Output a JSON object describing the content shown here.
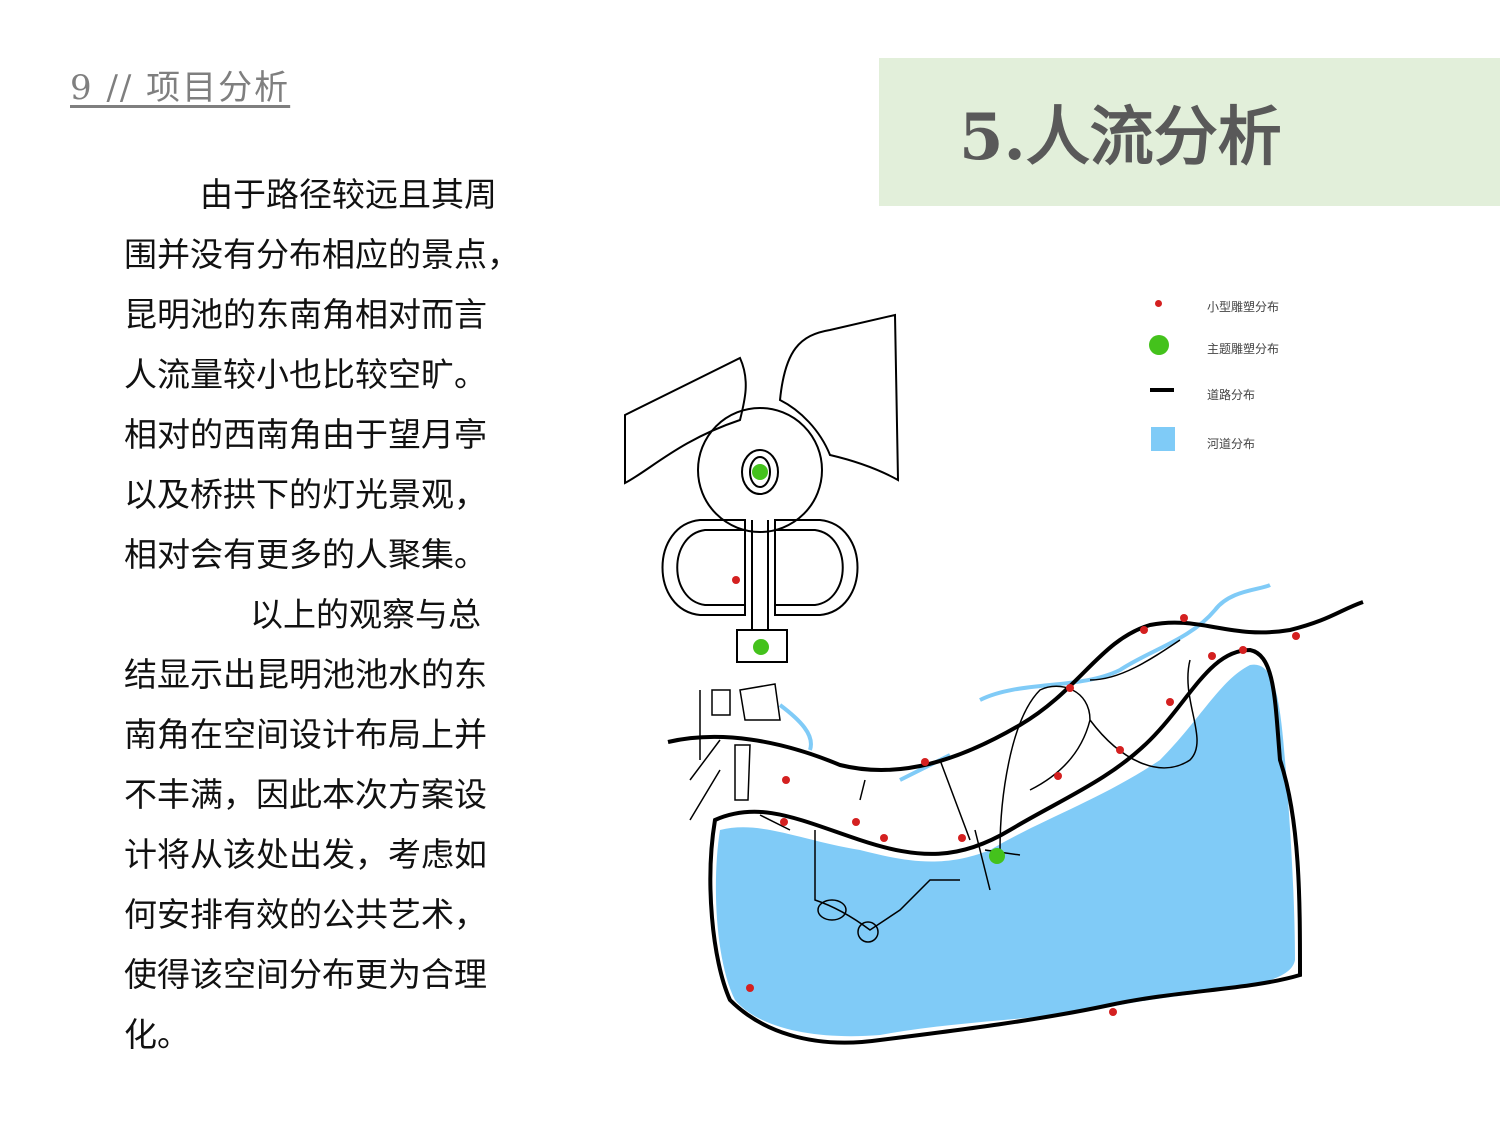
{
  "header": {
    "section": "9 // 项目分析",
    "title": "5.人流分析"
  },
  "body": {
    "lines": [
      "由于路径较远且其周",
      "围并没有分布相应的景点，",
      "昆明池的东南角相对而言",
      "人流量较小也比较空旷。",
      "相对的西南角由于望月亭",
      "以及桥拱下的灯光景观，",
      "相对会有更多的人聚集。",
      "以上的观察与总",
      "结显示出昆明池池水的东",
      "南角在空间设计布局上并",
      "不丰满，因此本次方案设",
      "计将从该处出发，考虑如",
      "何安排有效的公共艺术，",
      "使得该空间分布更为合理",
      "化。"
    ]
  },
  "legend": [
    {
      "label": "小型雕塑分布",
      "color": "#d42020",
      "icon": "small-dot-icon"
    },
    {
      "label": "主题雕塑分布",
      "color": "#44c21c",
      "icon": "large-dot-icon"
    },
    {
      "label": "道路分布",
      "color": "#000000",
      "icon": "line-icon"
    },
    {
      "label": "河道分布",
      "color": "#7fcbf7",
      "icon": "square-icon"
    }
  ],
  "colors": {
    "title_bg": "#e2efda",
    "water": "#80cbf7"
  }
}
